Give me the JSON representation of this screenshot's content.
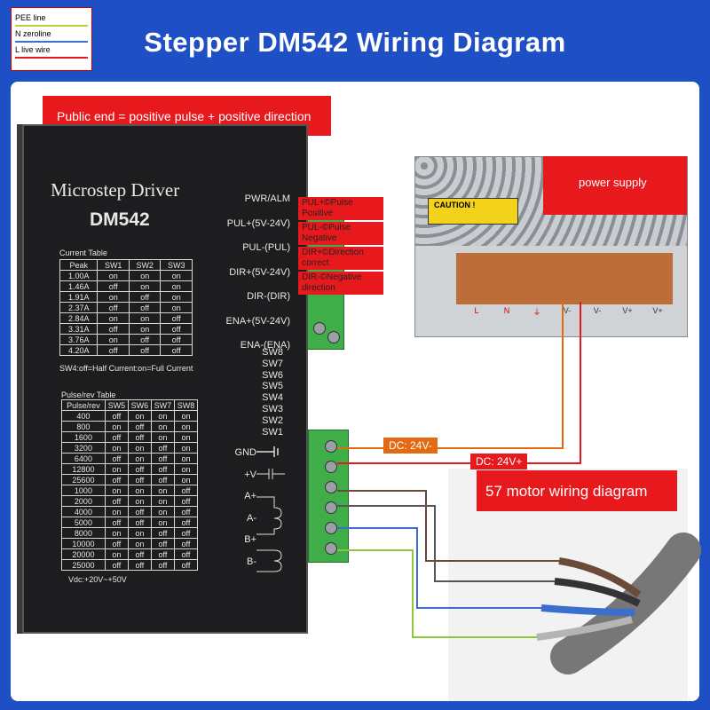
{
  "title": "Stepper DM542 Wiring Diagram",
  "legend": [
    {
      "label": "PEE line",
      "color": "#b5d334"
    },
    {
      "label": "N zeroline",
      "color": "#3a6fd0"
    },
    {
      "label": "L live wire",
      "color": "#e8191c"
    }
  ],
  "banner": "Public end = positive pulse + positive direction",
  "driver": {
    "heading": "Microstep  Driver",
    "model": "DM542",
    "current_table_label": "Current Table",
    "current_headers": [
      "Peak",
      "SW1",
      "SW2",
      "SW3"
    ],
    "current_rows": [
      [
        "1.00A",
        "on",
        "on",
        "on"
      ],
      [
        "1.46A",
        "off",
        "on",
        "on"
      ],
      [
        "1.91A",
        "on",
        "off",
        "on"
      ],
      [
        "2.37A",
        "off",
        "off",
        "on"
      ],
      [
        "2.84A",
        "on",
        "on",
        "off"
      ],
      [
        "3.31A",
        "off",
        "on",
        "off"
      ],
      [
        "3.76A",
        "on",
        "off",
        "off"
      ],
      [
        "4.20A",
        "off",
        "off",
        "off"
      ]
    ],
    "sw4_note": "SW4:off=Half Current:on=Full Current",
    "pulse_table_label": "Pulse/rev Table",
    "pulse_headers": [
      "Pulse/rev",
      "SW5",
      "SW6",
      "SW7",
      "SW8"
    ],
    "pulse_rows": [
      [
        "400",
        "off",
        "on",
        "on",
        "on"
      ],
      [
        "800",
        "on",
        "off",
        "on",
        "on"
      ],
      [
        "1600",
        "off",
        "off",
        "on",
        "on"
      ],
      [
        "3200",
        "on",
        "on",
        "off",
        "on"
      ],
      [
        "6400",
        "off",
        "on",
        "off",
        "on"
      ],
      [
        "12800",
        "on",
        "off",
        "off",
        "on"
      ],
      [
        "25600",
        "off",
        "off",
        "off",
        "on"
      ],
      [
        "1000",
        "on",
        "on",
        "on",
        "off"
      ],
      [
        "2000",
        "off",
        "on",
        "on",
        "off"
      ],
      [
        "4000",
        "on",
        "off",
        "on",
        "off"
      ],
      [
        "5000",
        "off",
        "off",
        "on",
        "off"
      ],
      [
        "8000",
        "on",
        "on",
        "off",
        "off"
      ],
      [
        "10000",
        "off",
        "on",
        "off",
        "off"
      ],
      [
        "20000",
        "on",
        "off",
        "off",
        "off"
      ],
      [
        "25000",
        "off",
        "off",
        "off",
        "off"
      ]
    ],
    "vdc": "Vdc:+20V~+50V",
    "pins_signal": [
      "PWR/ALM",
      "PUL+(5V-24V)",
      "PUL-(PUL)",
      "DIR+(5V-24V)",
      "DIR-(DIR)",
      "ENA+(5V-24V)",
      "ENA-(ENA)"
    ],
    "pins_sw": [
      "SW8",
      "SW7",
      "SW6",
      "SW5",
      "SW4",
      "SW3",
      "SW2",
      "SW1"
    ],
    "pins_power": [
      "GND",
      "+V",
      "A+",
      "A-",
      "B+",
      "B-"
    ]
  },
  "signal_tags": [
    "PUL+©Pulse Positive",
    "PUL-©Pulse Negative",
    "DIR+©Direction correct",
    "DIR-©Negative direction"
  ],
  "power_supply": {
    "label": "power supply",
    "caution": "CAUTION !",
    "terminals": [
      "L",
      "N",
      "⏚",
      "V-",
      "V-",
      "V+",
      "V+"
    ]
  },
  "dc_labels": [
    "DC: 24V-",
    "DC: 24V+"
  ],
  "motor_label": "57 motor wiring diagram",
  "colors": {
    "red": "#e8191c",
    "blue": "#1f4fc4",
    "orange": "#e36a12",
    "wire_brown": "#6b4a3a",
    "wire_gray": "#555555",
    "wire_blue": "#3a6fd0",
    "wire_green": "#8ec63f"
  }
}
